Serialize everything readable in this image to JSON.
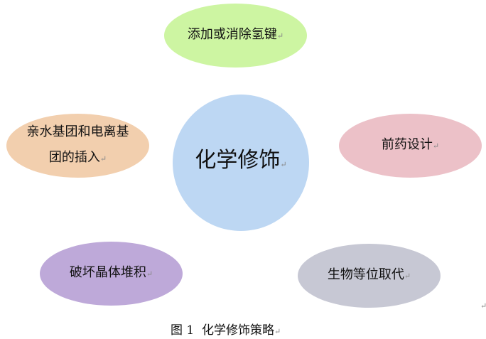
{
  "colors": {
    "center": "#bdd7f3",
    "top": "#cdf5a2",
    "left": "#f2cfae",
    "right": "#ecc1c8",
    "bottom_left": "#bea9d9",
    "bottom_right": "#c7c8d4"
  },
  "center": {
    "label": "化学修饰"
  },
  "nodes": {
    "top": "添加或消除氢键",
    "left_line1": "亲水基团和电离基",
    "left_line2": "团的插入",
    "right": "前药设计",
    "bottom_left": "破坏晶体堆积",
    "bottom_right": "生物等位取代"
  },
  "caption": "图 1  化学修饰策略",
  "paragraph_mark": "↵"
}
